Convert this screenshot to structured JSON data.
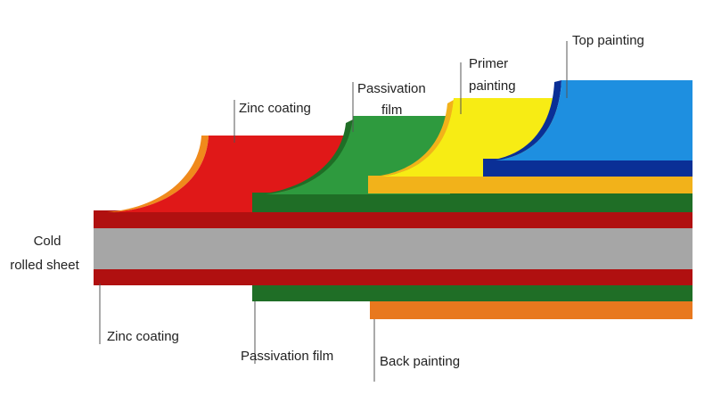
{
  "labels": {
    "top_painting": "Top painting",
    "primer_painting_line1": "Primer",
    "primer_painting_line2": "painting",
    "passivation_film_top_line1": "Passivation",
    "passivation_film_top_line2": "film",
    "zinc_coating_top": "Zinc coating",
    "cold_rolled_line1": "Cold",
    "cold_rolled_line2": "rolled sheet",
    "zinc_coating_bottom": "Zinc coating",
    "passivation_film_bottom": "Passivation film",
    "back_painting": "Back painting"
  },
  "colors": {
    "zinc_coating": "#e01818",
    "zinc_coating_dark": "#b01010",
    "zinc_edge": "#f08a1c",
    "passivation_film": "#2e9a3e",
    "passivation_dark": "#1f6e26",
    "primer_painting": "#f7ec14",
    "primer_strip": "#f2b21a",
    "top_painting": "#1e8fe0",
    "top_painting_dark": "#0a2f96",
    "cold_rolled_sheet": "#a6a6a6",
    "back_painting": "#e8781e"
  }
}
